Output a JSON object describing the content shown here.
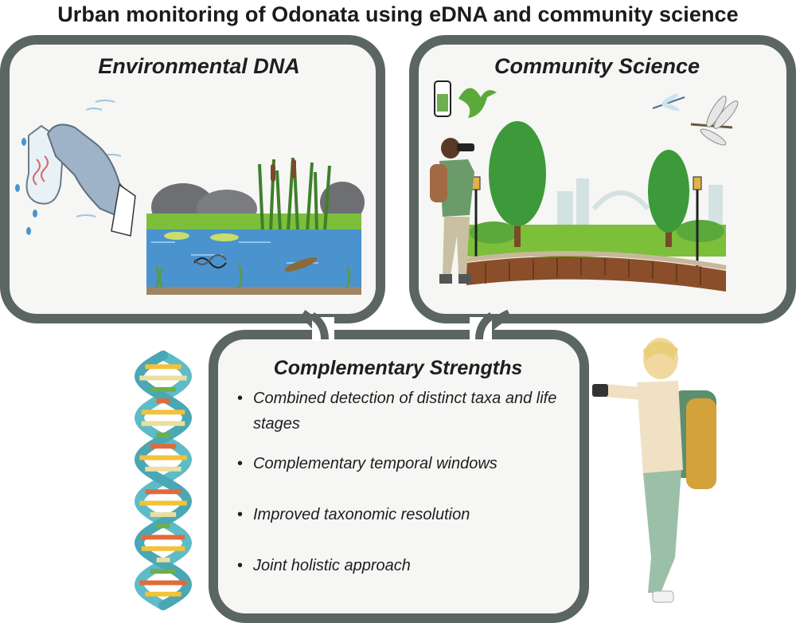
{
  "title": "Urban monitoring of Odonata using eDNA and community science",
  "panels": {
    "environmental_dna": {
      "heading": "Environmental DNA"
    },
    "community_science": {
      "heading": "Community Science"
    },
    "complementary": {
      "heading": "Complementary Strengths",
      "items": [
        "Combined detection of distinct taxa and life stages",
        "Complementary temporal windows",
        "Improved taxonomic resolution",
        "Joint holistic approach"
      ]
    }
  },
  "colors": {
    "frame_border": "#5b6663",
    "panel_fill": "#f6f6f5",
    "water": "#4a93cf",
    "grass": "#7cbf3a",
    "tree": "#3d9a3a",
    "glove": "#9fb3c8",
    "dna_strand": "#5dbcc8",
    "backpack": "#5c8f6d"
  },
  "icons": [
    "glove-hand-with-sample-tube-icon",
    "pond-scene-illustration",
    "dna-fragment-icon",
    "smartphone-icon",
    "bird-logo-icon",
    "dragonfly-icon",
    "birdwatcher-with-binoculars-illustration",
    "park-trees-and-path-illustration",
    "city-skyline-icon",
    "dna-double-helix-icon",
    "hiker-with-camera-illustration"
  ]
}
